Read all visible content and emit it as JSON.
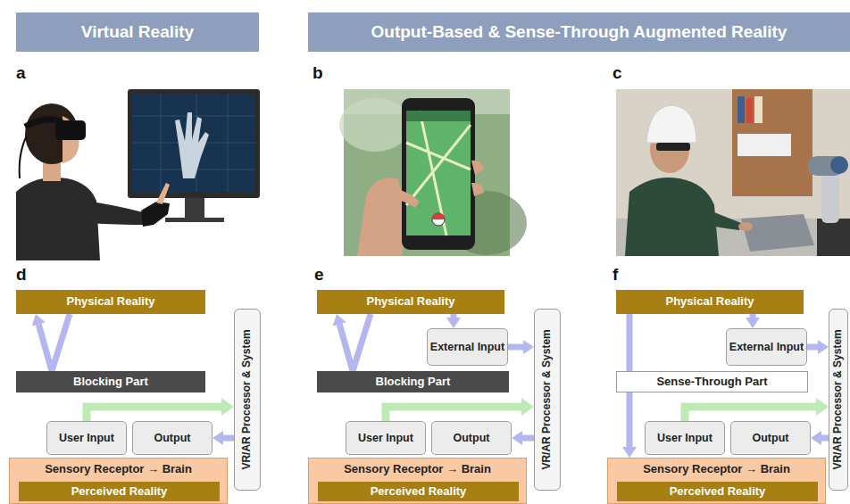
{
  "diagram": {
    "nodes": [
      {
        "text": [
          "Virtual Reality"
        ]
      },
      {
        "text": [
          "Output-Based & Sense-Through Augmented Reality"
        ]
      },
      {
        "text": [
          "Physical Reality"
        ]
      },
      {
        "text": [
          "Blocking Part"
        ]
      },
      {
        "text": [
          "User Input"
        ]
      },
      {
        "text": [
          "Output"
        ]
      },
      {
        "text": [
          "Sensory Receptor → Brain"
        ]
      },
      {
        "text": [
          "Perceived Reality"
        ],
        "in": 6
      },
      {
        "text": [
          "VR/AR Processor & System"
        ]
      },
      {
        "text": [
          "Physical Reality"
        ]
      },
      {
        "text": [
          "External Input"
        ]
      },
      {
        "text": [
          "Blocking Part"
        ]
      },
      {
        "text": [
          "User Input"
        ]
      },
      {
        "text": [
          "Output"
        ]
      },
      {
        "text": [
          "Sensory Receptor → Brain"
        ]
      },
      {
        "text": [
          "Perceived Reality"
        ],
        "in": 14
      },
      {
        "text": [
          "VR/AR Processor & System"
        ]
      },
      {
        "text": [
          "Physical Reality"
        ]
      },
      {
        "text": [
          "External Input"
        ]
      },
      {
        "text": [
          "Sense-Through Part"
        ]
      },
      {
        "text": [
          "User Input"
        ]
      },
      {
        "text": [
          "Output"
        ]
      },
      {
        "text": [
          "Sensory Receptor → Brain"
        ]
      },
      {
        "text": [
          "Perceived Reality"
        ],
        "in": 22
      },
      {
        "text": [
          "VR/AR Processor & System"
        ]
      }
    ],
    "edges": [
      {
        "from": 2,
        "to": 3,
        "arrow": "none"
      },
      {
        "from": 3,
        "to": 2,
        "arrow": "to"
      },
      {
        "from": 4,
        "to": 8,
        "arrow": "to"
      },
      {
        "from": 8,
        "to": 5,
        "arrow": "to"
      },
      {
        "from": 9,
        "to": 11,
        "arrow": "none"
      },
      {
        "from": 11,
        "to": 9,
        "arrow": "to"
      },
      {
        "from": 9,
        "to": 10,
        "arrow": "to"
      },
      {
        "from": 10,
        "to": 16,
        "arrow": "to"
      },
      {
        "from": 12,
        "to": 16,
        "arrow": "to"
      },
      {
        "from": 16,
        "to": 13,
        "arrow": "to"
      },
      {
        "from": 17,
        "to": 18,
        "arrow": "to"
      },
      {
        "from": 18,
        "to": 24,
        "arrow": "to"
      },
      {
        "from": 17,
        "to": 19,
        "arrow": "none"
      },
      {
        "from": 19,
        "to": 22,
        "arrow": "to"
      },
      {
        "from": 20,
        "to": 24,
        "arrow": "to"
      },
      {
        "from": 24,
        "to": 21,
        "arrow": "to"
      }
    ],
    "labels": [
      "a",
      "b",
      "c",
      "d",
      "e",
      "f"
    ]
  }
}
